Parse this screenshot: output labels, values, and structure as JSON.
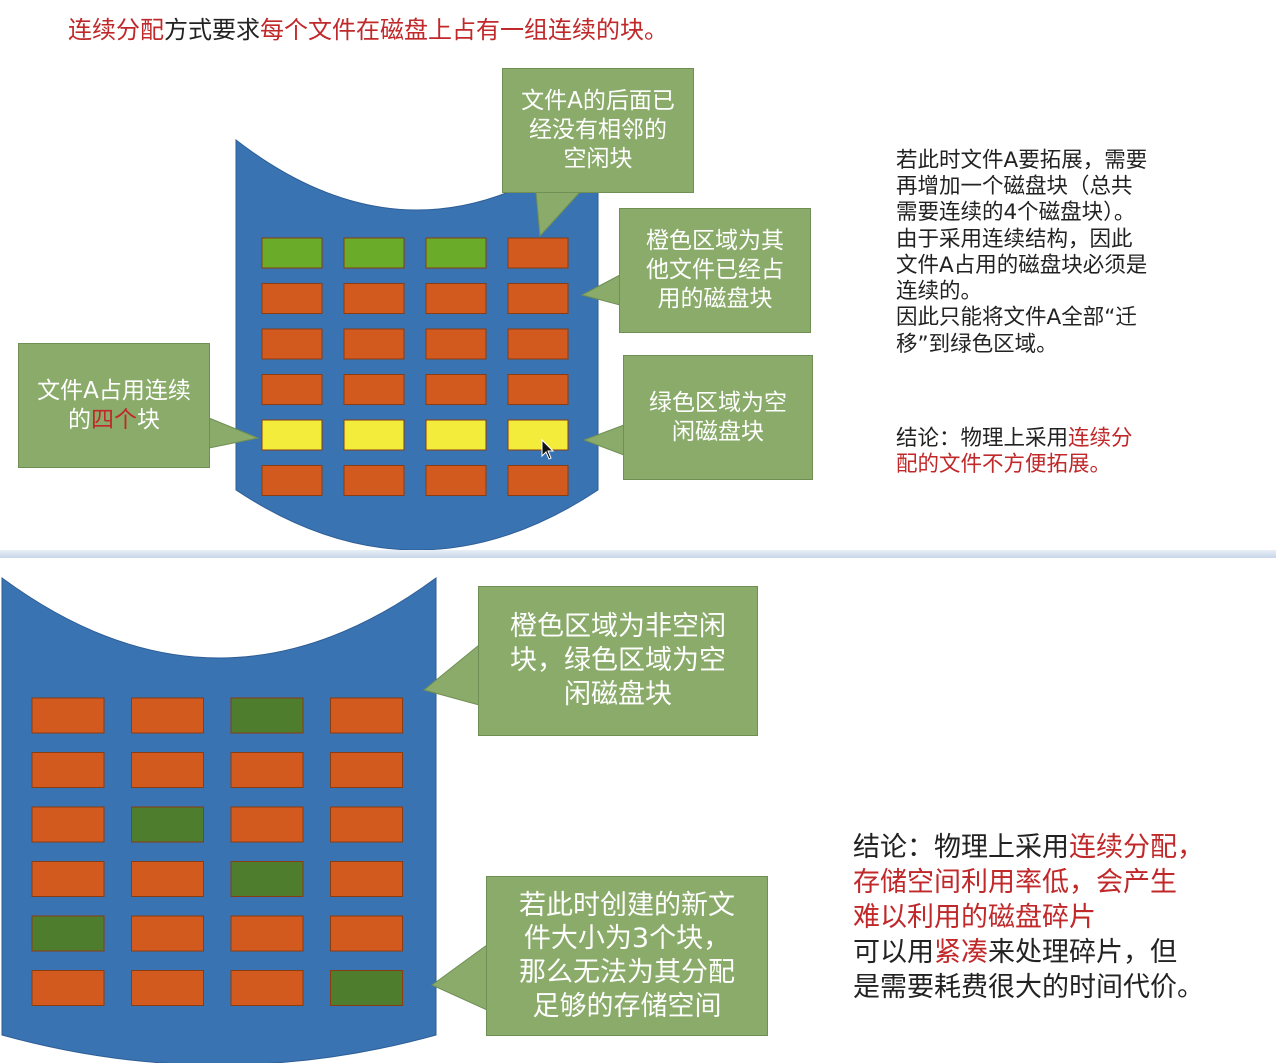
{
  "header": {
    "title_part1": "连续分配",
    "title_part2": "方式要求",
    "title_part3": "每个文件在磁盘上占有一组连续的块。"
  },
  "colors": {
    "disk_fill": "#3a73b2",
    "block_orange": "#d35a1f",
    "block_green_light": "#6aab2a",
    "block_green_dark": "#4e7d2e",
    "block_yellow": "#f4ec3a",
    "callout_green": "#8aab6a",
    "accent_red": "#c0282a"
  },
  "top_diagram": {
    "grid_rows": [
      [
        "green_light",
        "green_light",
        "green_light",
        "orange"
      ],
      [
        "orange",
        "orange",
        "orange",
        "orange"
      ],
      [
        "orange",
        "orange",
        "orange",
        "orange"
      ],
      [
        "orange",
        "orange",
        "orange",
        "orange"
      ],
      [
        "yellow",
        "yellow",
        "yellow",
        "yellow"
      ],
      [
        "orange",
        "orange",
        "orange",
        "orange"
      ]
    ],
    "callout_no_space": "文件A的后面已\n经没有相邻的\n空闲块",
    "callout_orange": "橙色区域为其\n他文件已经占\n用的磁盘块",
    "callout_green": "绿色区域为空\n闲磁盘块",
    "callout_fileA_part1": "文件A占用连续\n的",
    "callout_fileA_highlight": "四个",
    "callout_fileA_part2": "块"
  },
  "top_note": {
    "paragraph": "若此时文件A要拓展，需要\n再增加一个磁盘块（总共\n需要连续的4个磁盘块）。\n由于采用连续结构，因此\n文件A占用的磁盘块必须是\n连续的。\n因此只能将文件A全部“迁\n移”到绿色区域。",
    "conclusion_prefix": "结论：物理上采用",
    "conclusion_highlight": "连续分\n配的文件不方便拓展。"
  },
  "bottom_diagram": {
    "grid_rows": [
      [
        "orange",
        "orange",
        "green_dark",
        "orange"
      ],
      [
        "orange",
        "orange",
        "orange",
        "orange"
      ],
      [
        "orange",
        "green_dark",
        "orange",
        "orange"
      ],
      [
        "orange",
        "orange",
        "green_dark",
        "orange"
      ],
      [
        "green_dark",
        "orange",
        "orange",
        "orange"
      ],
      [
        "orange",
        "orange",
        "orange",
        "green_dark"
      ]
    ],
    "callout_legend": "橙色区域为非空闲\n块，绿色区域为空\n闲磁盘块",
    "callout_new_file": "若此时创建的新文\n件大小为3个块，\n那么无法为其分配\n足够的存储空间"
  },
  "bottom_note": {
    "conclusion_prefix": "结论：物理上采用",
    "conclusion_highlight": "连续分配，\n存储空间利用率低，会产生\n难以利用的磁盘碎片",
    "line2_prefix": "可以用",
    "line2_highlight": "紧凑",
    "line2_suffix": "来处理碎片，但\n是需要耗费很大的时间代价。"
  }
}
